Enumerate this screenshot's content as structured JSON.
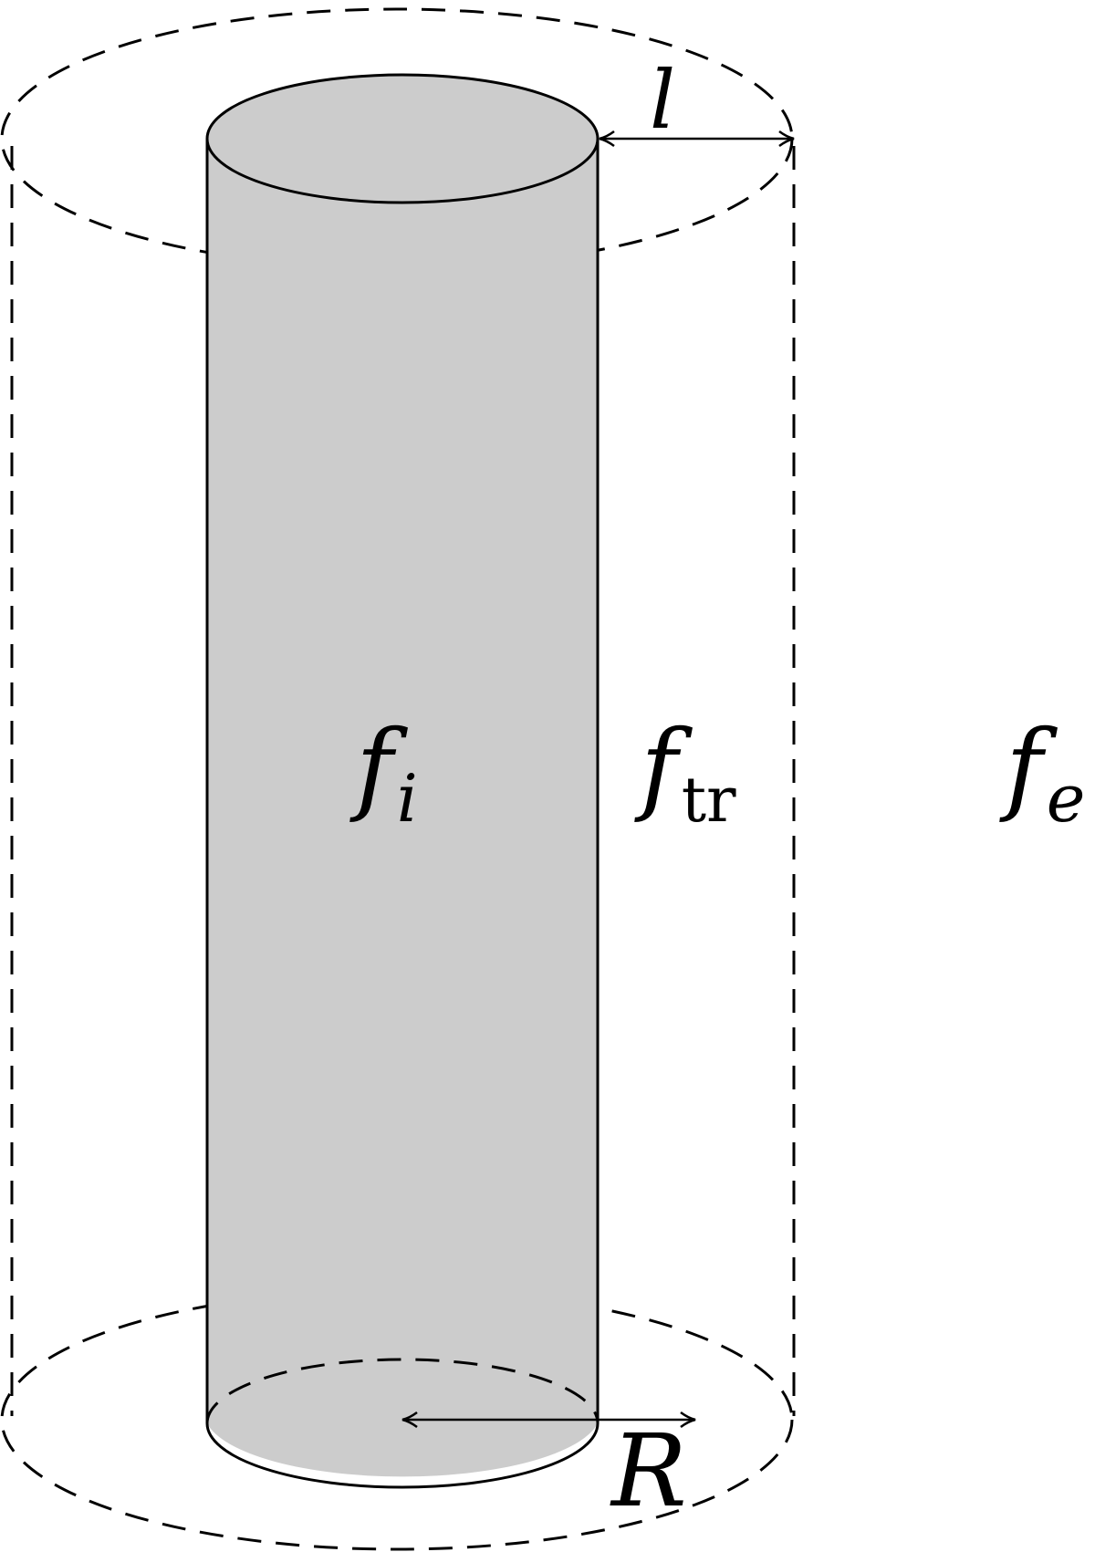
{
  "colors": {
    "inner_fill": "#cccccc",
    "stroke": "#000000",
    "background": "#ffffff"
  },
  "labels": {
    "l": "l",
    "R": "R",
    "f_i": {
      "base": "f",
      "sub": "i"
    },
    "f_tr": {
      "base": "f",
      "sub": "tr"
    },
    "f_e": {
      "base": "f",
      "sub": "e"
    }
  }
}
